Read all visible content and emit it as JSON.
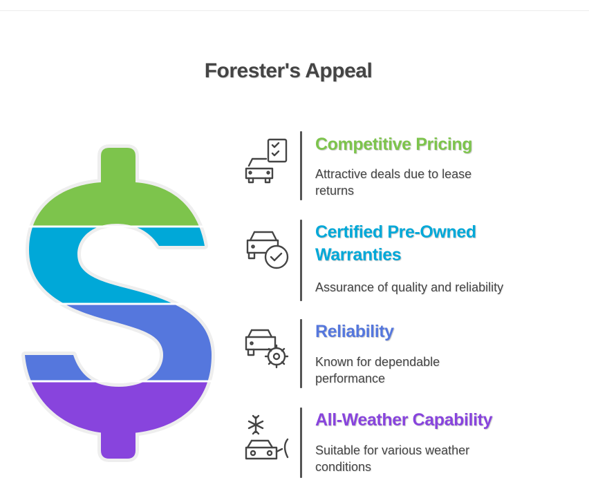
{
  "title": "Forester's Appeal",
  "colors": {
    "green": "#7dc44c",
    "cyan": "#00a8d8",
    "blue": "#5577dd",
    "purple": "#8844dd",
    "text": "#444444"
  },
  "items": [
    {
      "heading": "Competitive Pricing",
      "description": "Attractive deals due to lease returns",
      "icon": "car-checklist-icon",
      "color": "#7dc44c"
    },
    {
      "heading": "Certified Pre-Owned Warranties",
      "description": "Assurance of quality and reliability",
      "icon": "car-check-badge-icon",
      "color": "#00a8d8"
    },
    {
      "heading": "Reliability",
      "description": "Known for dependable performance",
      "icon": "car-gear-icon",
      "color": "#5577dd"
    },
    {
      "heading": "All-Weather Capability",
      "description": "Suitable for various weather conditions",
      "icon": "car-snowflake-icon",
      "color": "#8844dd"
    }
  ]
}
